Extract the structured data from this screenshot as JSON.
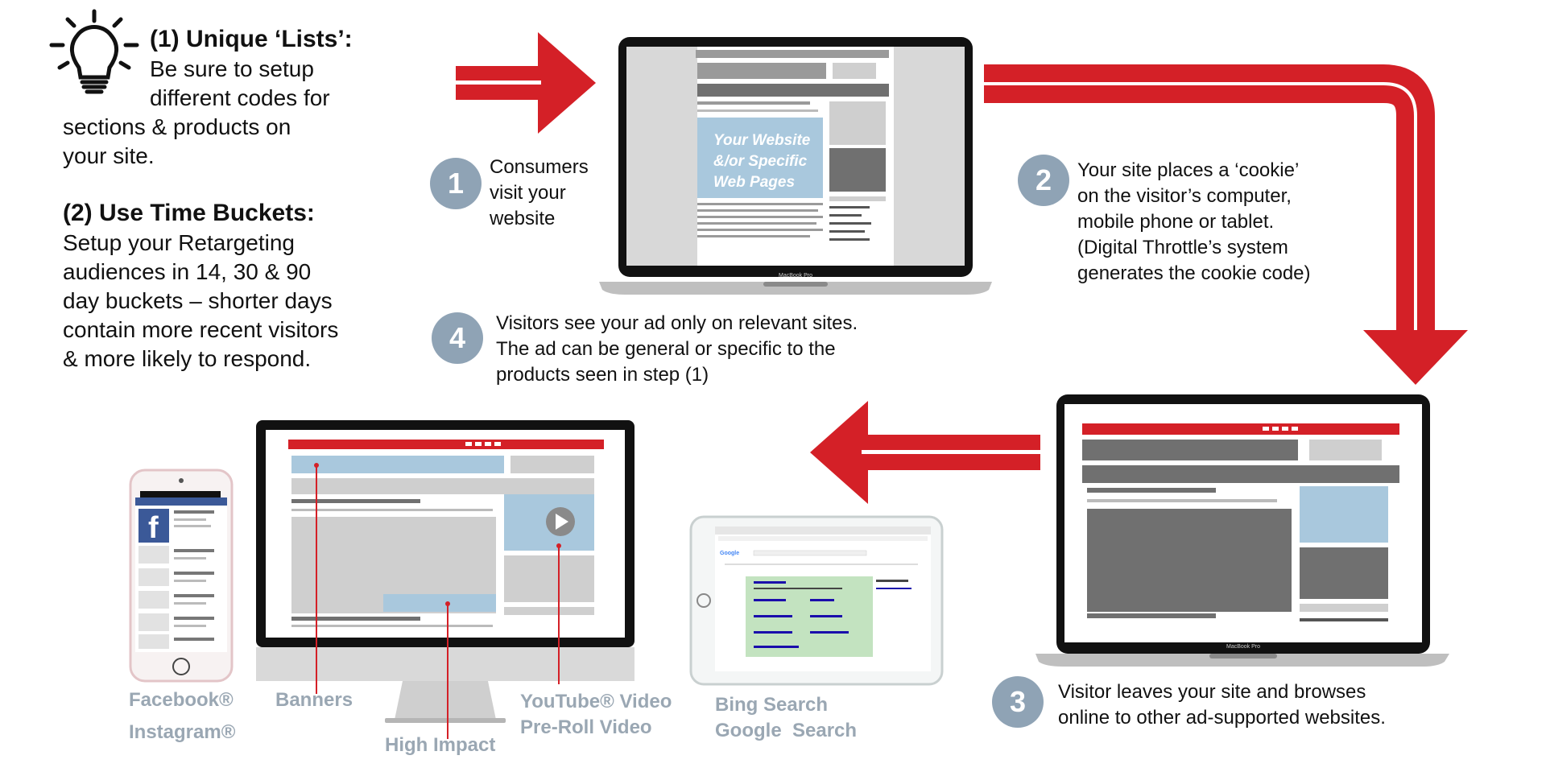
{
  "colors": {
    "accent_red": "#d42027",
    "step_circle": "#8fa3b5",
    "label_gray": "#9aa7b3",
    "device_dark": "#111111",
    "placeholder_gray": "#cfcfcf",
    "photo_blue": "#a9c8dd"
  },
  "tips": {
    "tip1_heading": "(1) Unique ‘Lists’:",
    "tip1_line1": "Be sure to setup",
    "tip1_line2": "different codes for",
    "tip1_line3": "sections & products on",
    "tip1_line4": "your site.",
    "tip2_heading": "(2) Use Time Buckets:",
    "tip2_line1": "Setup your Retargeting",
    "tip2_line2": "audiences in 14, 30 & 90",
    "tip2_line3": "day buckets – shorter days",
    "tip2_line4": "contain more recent visitors",
    "tip2_line5": "& more likely to respond."
  },
  "steps": {
    "s1_num": "1",
    "s1_line1": "Consumers",
    "s1_line2": "visit your",
    "s1_line3": "website",
    "s2_num": "2",
    "s2_line1": "Your site places a ‘cookie’",
    "s2_line2": "on the visitor’s computer,",
    "s2_line3": "mobile phone or tablet.",
    "s2_line4": "(Digital Throttle’s system",
    "s2_line5": "generates the cookie code)",
    "s3_num": "3",
    "s3_line1": "Visitor leaves your site and browses",
    "s3_line2": "online to other ad-supported websites.",
    "s4_num": "4",
    "s4_line1": "Visitors see your ad only on relevant sites.",
    "s4_line2": "The ad can be general or specific to the",
    "s4_line3": "products seen in step (1)"
  },
  "laptop1": {
    "overlay_line1": "Your Website",
    "overlay_line2": "&/or Specific",
    "overlay_line3": "Web Pages",
    "brand": "MacBook Pro"
  },
  "laptop2": {
    "brand": "MacBook Pro"
  },
  "tablet": {
    "search_logo": "Google"
  },
  "labels": {
    "facebook": "Facebook®",
    "instagram": "Instagram®",
    "banners": "Banners",
    "high_impact": "High Impact",
    "youtube": "YouTube® Video",
    "preroll": "Pre-Roll Video",
    "bing": "Bing Search",
    "google": "Google  Search"
  }
}
